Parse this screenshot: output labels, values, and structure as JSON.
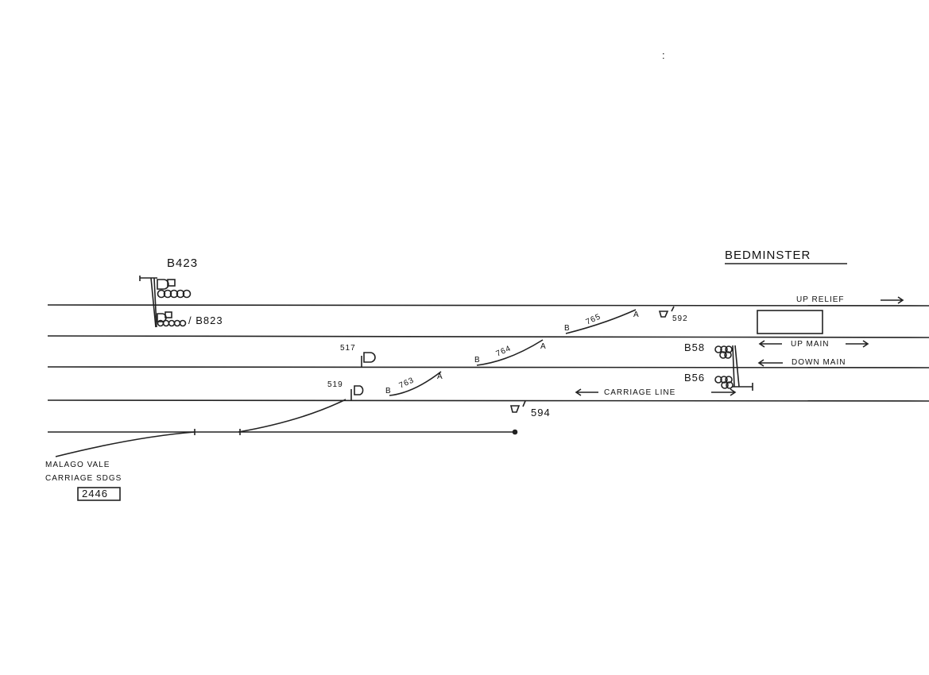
{
  "station": "BEDMINSTER",
  "lines": {
    "up_relief": "UP RELIEF",
    "up_main": "UP MAIN",
    "down_main": "DOWN MAIN",
    "carriage_line": "CARRIAGE LINE"
  },
  "sidings": {
    "name_line1": "MALAGO VALE",
    "name_line2": "CARRIAGE SDGS",
    "number": "2446"
  },
  "signals": {
    "gantry_upper": "B423",
    "gantry_lower": "B823",
    "s517": "517",
    "s519": "519",
    "s592": "592",
    "s594": "594",
    "b858": "B58",
    "b856": "B56"
  },
  "points": [
    {
      "number": "763",
      "end_b": "B",
      "end_a": "A"
    },
    {
      "number": "764",
      "end_b": "B",
      "end_a": "A"
    },
    {
      "number": "765",
      "end_b": "B",
      "end_a": "A"
    }
  ],
  "misc": {
    "dot_mark": ":"
  }
}
